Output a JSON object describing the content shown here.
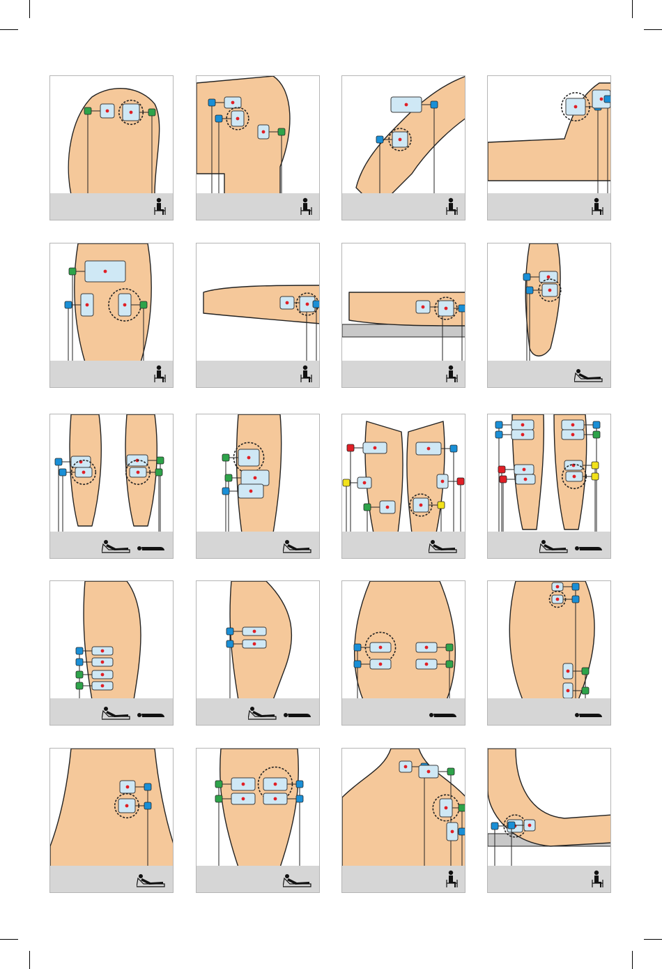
{
  "page": {
    "background": "#ffffff",
    "colors": {
      "skin": "#f5c89a",
      "skin_shadow": "#e3a86f",
      "outline": "#222222",
      "pad": "#cfe8f5",
      "pad_stroke": "#3a3a3a",
      "footer_bar": "#d6d6d6",
      "panel_border": "#b5b5b5",
      "table": "#c8c8c8",
      "connector_blue": "#1a8fd6",
      "connector_green": "#2ea34a",
      "connector_red": "#e01f26",
      "connector_yellow": "#f2e21b",
      "target_dot": "#e01f26"
    }
  },
  "grid": {
    "rows": 5,
    "columns": 4,
    "panels": [
      {
        "body_part": "shoulder-back",
        "postures": [
          "seated"
        ],
        "connectors": [
          "green",
          "green",
          "blue",
          "green"
        ]
      },
      {
        "body_part": "shoulder-side",
        "postures": [
          "seated"
        ],
        "connectors": [
          "blue",
          "blue",
          "green"
        ]
      },
      {
        "body_part": "upper-arm",
        "postures": [
          "seated"
        ],
        "connectors": [
          "blue",
          "blue",
          "green",
          "green"
        ]
      },
      {
        "body_part": "elbow",
        "postures": [
          "seated"
        ],
        "connectors": [
          "blue",
          "blue"
        ]
      },
      {
        "body_part": "lower-back-hip",
        "postures": [
          "seated"
        ],
        "connectors": [
          "green",
          "blue",
          "green",
          "blue"
        ]
      },
      {
        "body_part": "forearm-top",
        "postures": [
          "seated"
        ],
        "connectors": [
          "blue",
          "blue"
        ]
      },
      {
        "body_part": "forearm-table",
        "postures": [
          "seated"
        ],
        "connectors": [
          "blue",
          "blue"
        ]
      },
      {
        "body_part": "calf-single",
        "postures": [
          "reclined"
        ],
        "connectors": [
          "blue",
          "blue"
        ]
      },
      {
        "body_part": "calves-pair",
        "postures": [
          "reclined",
          "prone"
        ],
        "connectors": [
          "blue",
          "blue",
          "green",
          "green",
          "yellow",
          "yellow",
          "red",
          "red"
        ]
      },
      {
        "body_part": "knee",
        "postures": [
          "reclined"
        ],
        "connectors": [
          "green",
          "green",
          "blue",
          "blue"
        ]
      },
      {
        "body_part": "thighs-front",
        "postures": [
          "reclined"
        ],
        "connectors": [
          "red",
          "yellow",
          "green",
          "blue",
          "red",
          "yellow",
          "green",
          "blue"
        ]
      },
      {
        "body_part": "legs-full",
        "postures": [
          "reclined",
          "prone"
        ],
        "connectors": [
          "blue",
          "blue",
          "red",
          "red",
          "blue",
          "green",
          "yellow",
          "yellow"
        ]
      },
      {
        "body_part": "thigh-side",
        "postures": [
          "reclined",
          "prone"
        ],
        "connectors": [
          "blue",
          "blue",
          "green",
          "green"
        ]
      },
      {
        "body_part": "hip-side",
        "postures": [
          "reclined",
          "prone"
        ],
        "connectors": [
          "blue",
          "blue"
        ]
      },
      {
        "body_part": "buttocks",
        "postures": [
          "prone"
        ],
        "connectors": [
          "blue",
          "blue",
          "green",
          "green"
        ]
      },
      {
        "body_part": "lower-back-leg",
        "postures": [
          "prone"
        ],
        "connectors": [
          "blue",
          "blue",
          "green",
          "green"
        ]
      },
      {
        "body_part": "lower-back-seated",
        "postures": [
          "reclined"
        ],
        "connectors": [
          "blue",
          "blue"
        ]
      },
      {
        "body_part": "abdomen",
        "postures": [
          "reclined"
        ],
        "connectors": [
          "green",
          "green",
          "blue",
          "blue"
        ]
      },
      {
        "body_part": "upper-back",
        "postures": [
          "seated"
        ],
        "connectors": [
          "blue",
          "green",
          "green"
        ]
      },
      {
        "body_part": "forearm-elbow",
        "postures": [
          "seated"
        ],
        "connectors": [
          "blue",
          "blue"
        ]
      }
    ]
  }
}
